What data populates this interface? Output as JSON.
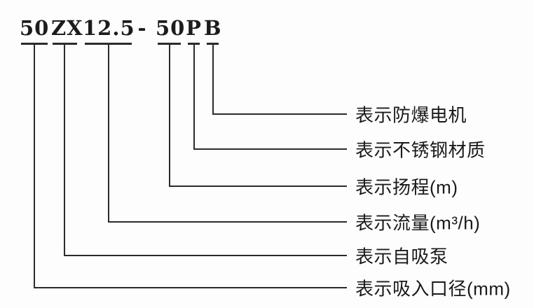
{
  "model_code": {
    "full": "50 ZX 12.5 - 50 P B",
    "segments": [
      "50",
      "ZX",
      "12.5",
      "-",
      "50",
      "P",
      "B"
    ]
  },
  "callouts": [
    {
      "code_segment": "B",
      "label": "表示防爆电机"
    },
    {
      "code_segment": "P",
      "label": "表示不锈钢材质"
    },
    {
      "code_segment": "50",
      "label": "表示扬程(m)"
    },
    {
      "code_segment": "12.5",
      "label": "表示流量(m³/h)"
    },
    {
      "code_segment": "ZX",
      "label": "表示自吸泵"
    },
    {
      "code_segment": "50",
      "label": "表示吸入口径(mm)"
    }
  ],
  "colors": {
    "ink": "#2b2b2b",
    "background": "#fdfdfd"
  }
}
